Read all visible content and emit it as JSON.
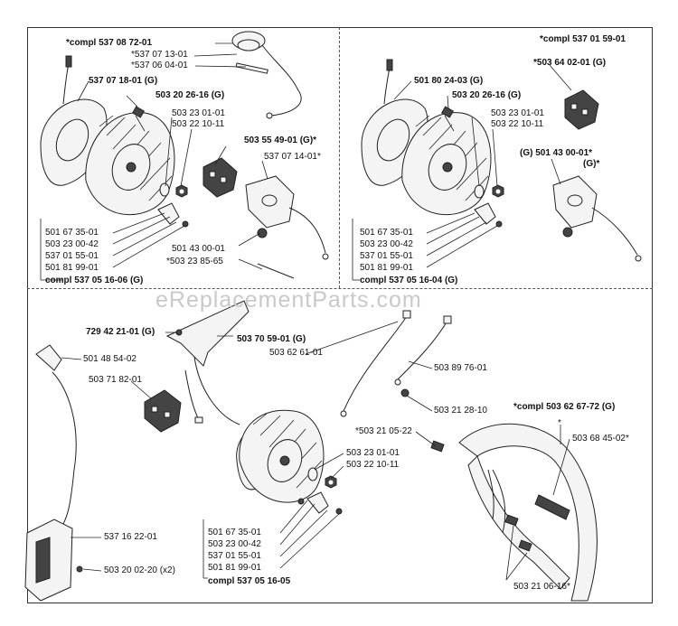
{
  "watermark": "eReplacementParts.com",
  "left_panel": {
    "labels": [
      "*compl 537 08 72-01",
      "*537 07 13-01",
      "*537 06 04-01",
      "537 07 18-01 (G)",
      "503 20 26-16 (G)",
      "503 23 01-01",
      "503 22 10-11",
      "503 55 49-01 (G)*",
      "537 07 14-01*",
      "501 67 35-01",
      "503 23 00-42",
      "537 01 55-01",
      "501 81 99-01",
      "501 43 00-01",
      "*503 23 85-65",
      "compl 537 05 16-06 (G)"
    ]
  },
  "right_panel": {
    "labels": [
      "*compl 537 01 59-01",
      "*503 64 02-01 (G)",
      "501 80 24-03 (G)",
      "503 20 26-16 (G)",
      "503 23 01-01",
      "503 22 10-11",
      "(G) 501 43 00-01*",
      "(G)*",
      "501 67 35-01",
      "503 23 00-42",
      "537 01 55-01",
      "501 81 99-01",
      "compl 537 05 16-04 (G)"
    ]
  },
  "bottom_panel": {
    "labels": [
      "729 42 21-01 (G)",
      "503 70 59-01 (G)",
      "503 62 61-01",
      "501 48 54-02",
      "503 71 82-01",
      "503 89 76-01",
      "503 21 28-10",
      "*compl 503 62 67-72 (G)",
      "*503 21 05-22",
      "*",
      "503 68 45-02*",
      "503 23 01-01",
      "503 22 10-11",
      "537 16 22-01",
      "501 67 35-01",
      "503 23 00-42",
      "537 01 55-01",
      "501 81 99-01",
      "503 20 02-20 (x2)",
      "compl 537 05 16-05",
      "503 21 06-16*"
    ]
  }
}
